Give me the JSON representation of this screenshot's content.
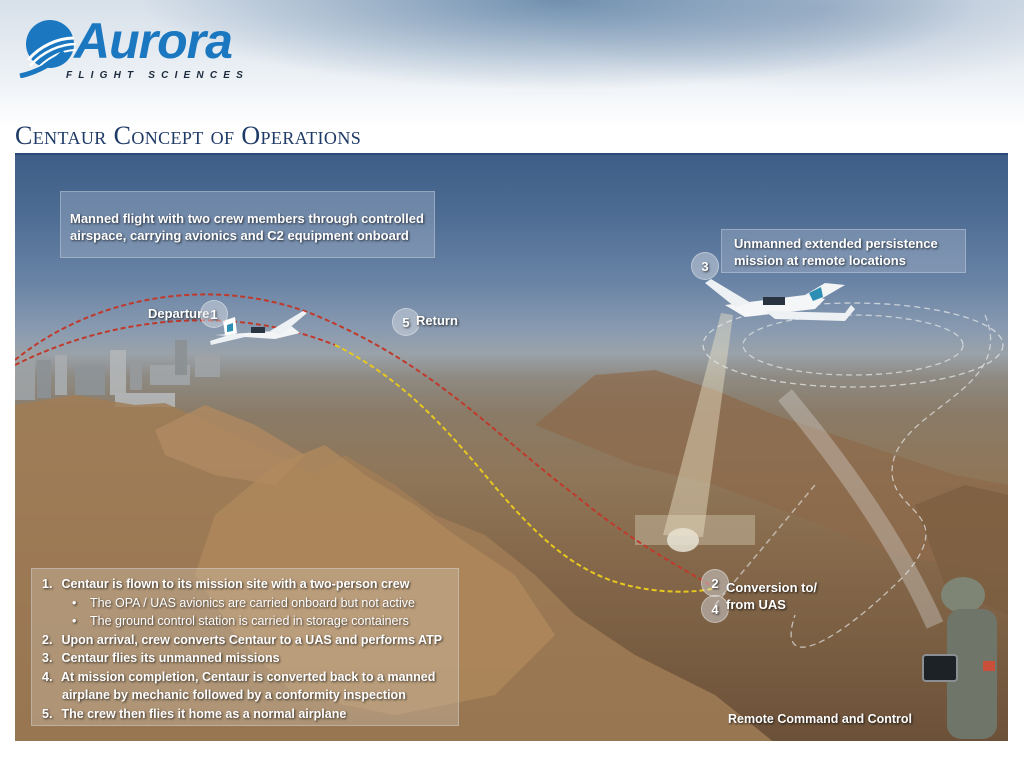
{
  "header": {
    "logo": {
      "name": "Aurora",
      "subtitle": "FLIGHT SCIENCES"
    },
    "title": "Centaur Concept of Operations"
  },
  "diagram": {
    "callouts": {
      "manned": {
        "line1": "Manned flight with two crew members through controlled",
        "line2": "airspace, carrying avionics and C2 equipment onboard"
      },
      "unmanned": {
        "line1": "Unmanned  extended persistence",
        "line2": "mission at remote locations"
      }
    },
    "markers": {
      "departure": {
        "number": "1",
        "label": "Departure"
      },
      "conversion_to": {
        "number": "2"
      },
      "unmanned_mission": {
        "number": "3"
      },
      "conversion_from": {
        "number": "4"
      },
      "return": {
        "number": "5",
        "label": "Return"
      }
    },
    "conversion_label": {
      "line1": "Conversion to/",
      "line2": "from UAS"
    },
    "remote_label": "Remote Command and Control",
    "colors": {
      "manned_path": "#c0392b",
      "return_path": "#e8c81e",
      "logo_blue": "#1a77c0",
      "title_navy": "#1e3a66"
    },
    "steps": [
      {
        "num": "1.",
        "text": "Centaur is flown to its mission site with a two-person crew"
      },
      {
        "num": "2.",
        "text": "Upon arrival, crew converts Centaur to a UAS and performs ATP"
      },
      {
        "num": "3.",
        "text": "Centaur flies its unmanned missions"
      },
      {
        "num": "4.",
        "text": "At mission completion, Centaur is converted back to a manned",
        "cont": "airplane by mechanic followed by a conformity inspection"
      },
      {
        "num": "5.",
        "text": "The crew then flies it home as a normal airplane"
      }
    ],
    "step1_bullets": [
      "The OPA / UAS avionics are carried onboard but not active",
      "The ground control station is carried in storage containers"
    ],
    "bullet_char": "•"
  }
}
